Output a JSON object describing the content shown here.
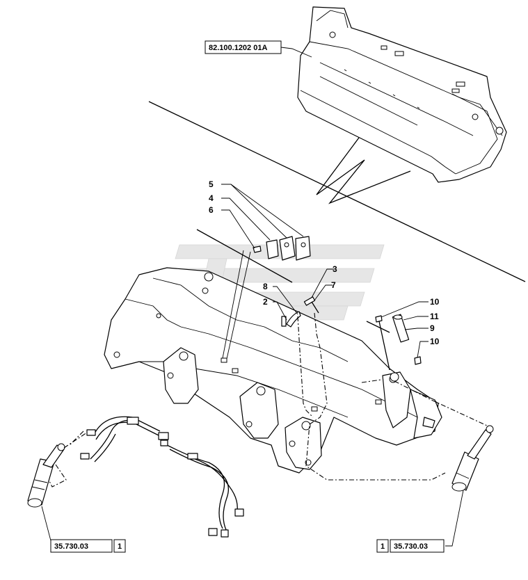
{
  "references": {
    "bucket": "82.100.1202 01A",
    "cylinder_left": "35.730.03",
    "cylinder_left_qty": "1",
    "cylinder_right": "35.730.03",
    "cylinder_right_qty": "1"
  },
  "callouts": [
    "5",
    "4",
    "6",
    "3",
    "7",
    "8",
    "2",
    "10",
    "11",
    "9",
    "10"
  ]
}
